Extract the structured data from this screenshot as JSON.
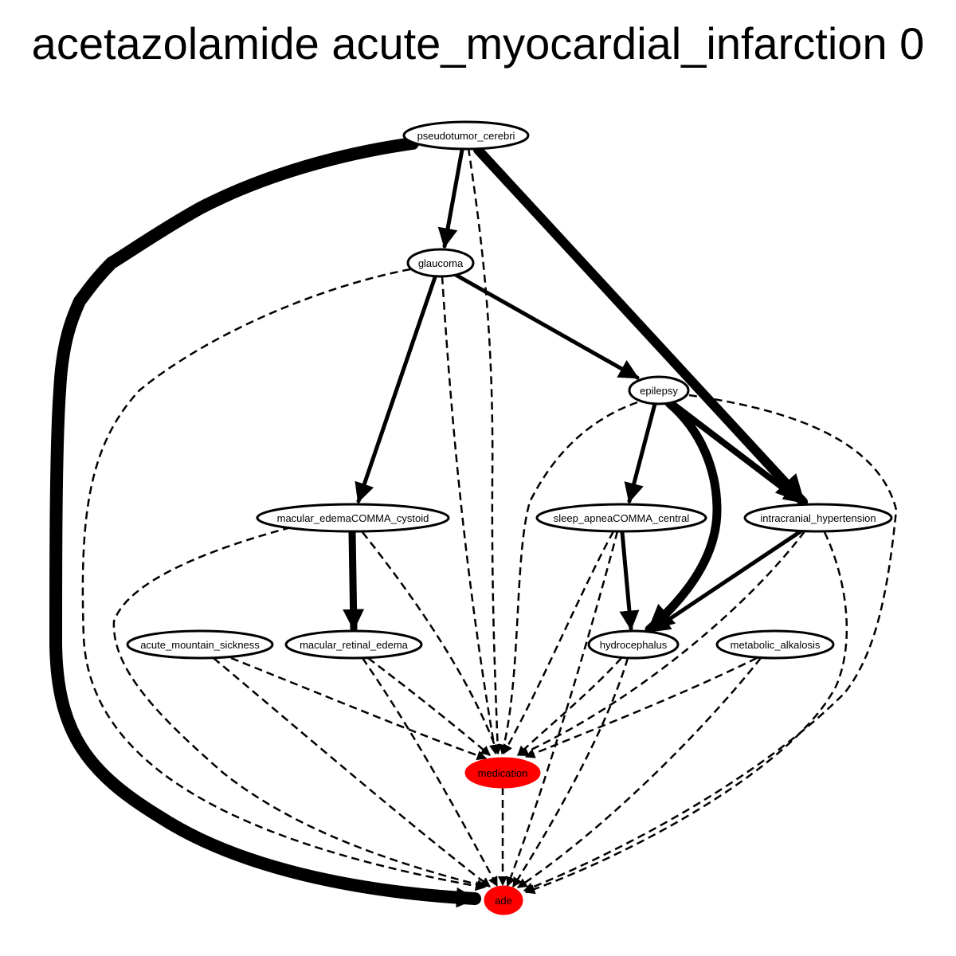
{
  "title": "acetazolamide acute_myocardial_infarction 0",
  "colors": {
    "outcome_fill": "#ff0000",
    "node_fill": "#ffffff",
    "edge": "#000000"
  },
  "nodes": {
    "pseudotumor_cerebri": "pseudotumor_cerebri",
    "glaucoma": "glaucoma",
    "epilepsy": "epilepsy",
    "macular_edema_cystoid": "macular_edemaCOMMA_cystoid",
    "sleep_apnea_central": "sleep_apneaCOMMA_central",
    "intracranial_hypertension": "intracranial_hypertension",
    "acute_mountain_sickness": "acute_mountain_sickness",
    "macular_retinal_edema": "macular_retinal_edema",
    "hydrocephalus": "hydrocephalus",
    "metabolic_alkalosis": "metabolic_alkalosis",
    "medication": "medication",
    "ade": "ade"
  },
  "edges": [
    {
      "from": "pseudotumor_cerebri",
      "to": "ade",
      "style": "solid",
      "weight": "heavy"
    },
    {
      "from": "pseudotumor_cerebri",
      "to": "glaucoma",
      "style": "solid",
      "weight": "medium"
    },
    {
      "from": "pseudotumor_cerebri",
      "to": "intracranial_hypertension",
      "style": "solid",
      "weight": "heavy"
    },
    {
      "from": "pseudotumor_cerebri",
      "to": "medication",
      "style": "dashed",
      "weight": "light"
    },
    {
      "from": "glaucoma",
      "to": "macular_edema_cystoid",
      "style": "solid",
      "weight": "medium"
    },
    {
      "from": "glaucoma",
      "to": "epilepsy",
      "style": "solid",
      "weight": "medium"
    },
    {
      "from": "glaucoma",
      "to": "medication",
      "style": "dashed",
      "weight": "light"
    },
    {
      "from": "glaucoma",
      "to": "ade",
      "style": "dashed",
      "weight": "light"
    },
    {
      "from": "epilepsy",
      "to": "sleep_apnea_central",
      "style": "solid",
      "weight": "medium"
    },
    {
      "from": "epilepsy",
      "to": "hydrocephalus",
      "style": "solid",
      "weight": "heavy"
    },
    {
      "from": "epilepsy",
      "to": "intracranial_hypertension",
      "style": "solid",
      "weight": "heavy"
    },
    {
      "from": "epilepsy",
      "to": "medication",
      "style": "dashed",
      "weight": "light"
    },
    {
      "from": "epilepsy",
      "to": "ade",
      "style": "dashed",
      "weight": "light"
    },
    {
      "from": "macular_edema_cystoid",
      "to": "macular_retinal_edema",
      "style": "solid",
      "weight": "heavy"
    },
    {
      "from": "macular_edema_cystoid",
      "to": "medication",
      "style": "dashed",
      "weight": "light"
    },
    {
      "from": "macular_edema_cystoid",
      "to": "ade",
      "style": "dashed",
      "weight": "light"
    },
    {
      "from": "sleep_apnea_central",
      "to": "hydrocephalus",
      "style": "solid",
      "weight": "medium"
    },
    {
      "from": "sleep_apnea_central",
      "to": "medication",
      "style": "dashed",
      "weight": "light"
    },
    {
      "from": "sleep_apnea_central",
      "to": "ade",
      "style": "dashed",
      "weight": "light"
    },
    {
      "from": "intracranial_hypertension",
      "to": "hydrocephalus",
      "style": "solid",
      "weight": "medium"
    },
    {
      "from": "intracranial_hypertension",
      "to": "medication",
      "style": "dashed",
      "weight": "light"
    },
    {
      "from": "intracranial_hypertension",
      "to": "ade",
      "style": "dashed",
      "weight": "light"
    },
    {
      "from": "acute_mountain_sickness",
      "to": "medication",
      "style": "dashed",
      "weight": "light"
    },
    {
      "from": "acute_mountain_sickness",
      "to": "ade",
      "style": "dashed",
      "weight": "light"
    },
    {
      "from": "macular_retinal_edema",
      "to": "medication",
      "style": "dashed",
      "weight": "light"
    },
    {
      "from": "macular_retinal_edema",
      "to": "ade",
      "style": "dashed",
      "weight": "light"
    },
    {
      "from": "hydrocephalus",
      "to": "medication",
      "style": "dashed",
      "weight": "light"
    },
    {
      "from": "hydrocephalus",
      "to": "ade",
      "style": "dashed",
      "weight": "light"
    },
    {
      "from": "metabolic_alkalosis",
      "to": "medication",
      "style": "dashed",
      "weight": "light"
    },
    {
      "from": "metabolic_alkalosis",
      "to": "ade",
      "style": "dashed",
      "weight": "light"
    },
    {
      "from": "medication",
      "to": "ade",
      "style": "dashed",
      "weight": "light"
    }
  ]
}
